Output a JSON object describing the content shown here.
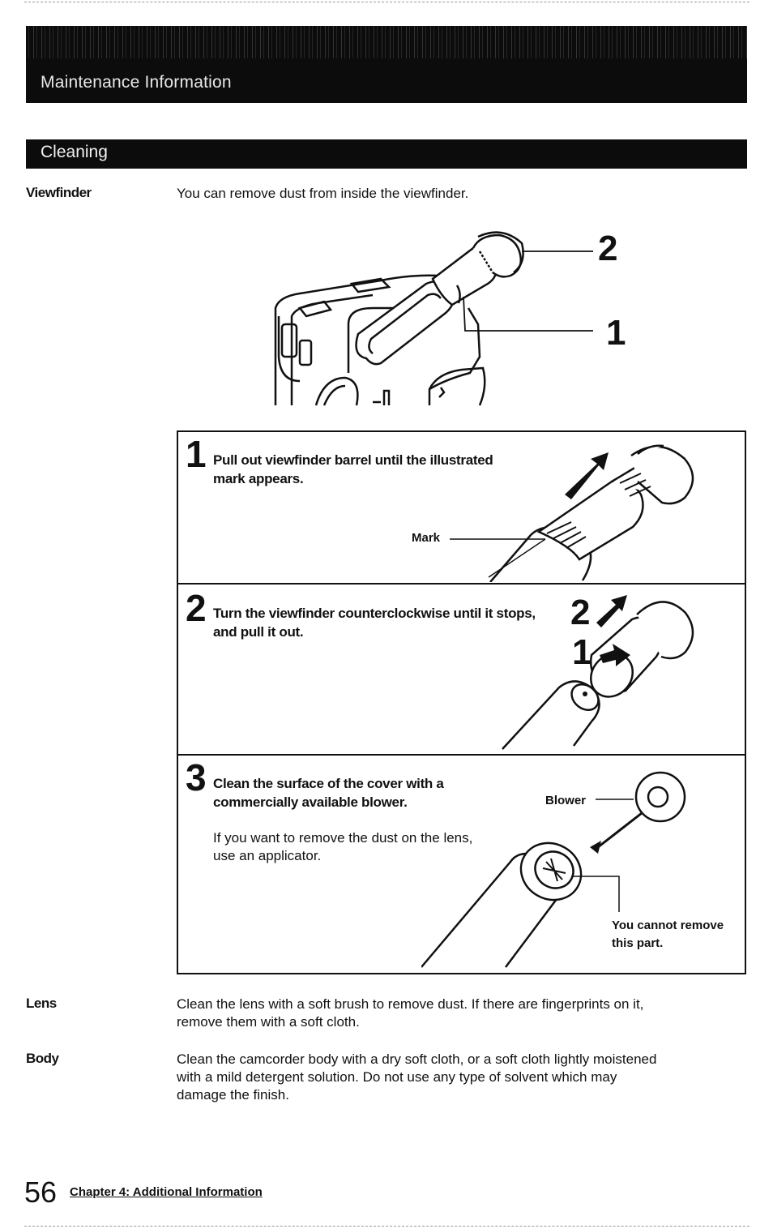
{
  "header": {
    "title": "Maintenance Information"
  },
  "section": {
    "title": "Cleaning"
  },
  "viewfinder": {
    "label": "Viewfinder",
    "intro": "You can remove dust from inside the viewfinder.",
    "diagram_callouts": [
      "2",
      "1"
    ]
  },
  "steps": [
    {
      "number": "1",
      "lines": [
        "Pull out viewfinder barrel until the illustrated",
        "mark appears."
      ],
      "mark_label": "Mark"
    },
    {
      "number": "2",
      "lines": [
        "Turn the viewfinder counterclockwise until it stops,",
        "and pull it out."
      ],
      "callouts": [
        "2",
        "1"
      ]
    },
    {
      "number": "3",
      "lines": [
        "Clean the surface of the cover with a",
        "commercially available blower."
      ],
      "note_lines": [
        "If you want to remove the dust on the lens,",
        "use an applicator."
      ],
      "blower_label": "Blower",
      "part_note_lines": [
        "You cannot remove",
        "this part."
      ]
    }
  ],
  "lens": {
    "label": "Lens",
    "lines": [
      "Clean the lens with a soft brush to remove dust. If there are fingerprints on it,",
      "remove them with a soft cloth."
    ]
  },
  "body_section": {
    "label": "Body",
    "lines": [
      "Clean the camcorder body with a dry soft cloth, or a soft cloth lightly moistened",
      "with a mild detergent solution. Do not use any type of solvent which may",
      "damage the finish."
    ]
  },
  "footer": {
    "page_number": "56",
    "chapter": "Chapter 4: Additional Information"
  }
}
